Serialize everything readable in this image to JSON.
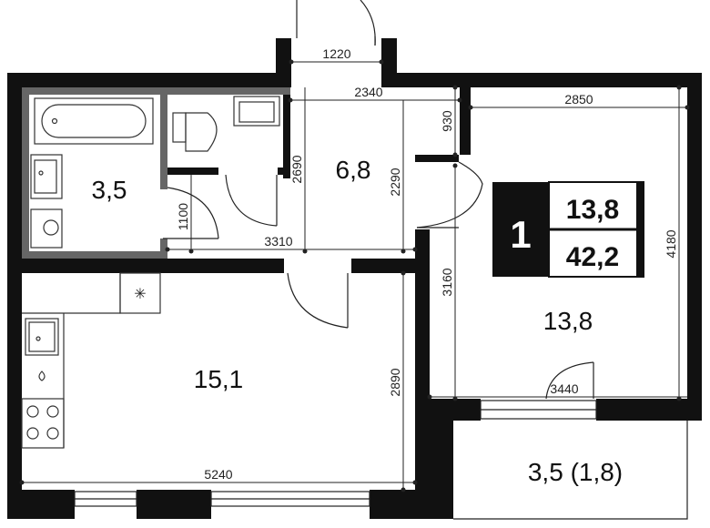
{
  "plan": {
    "rooms": {
      "bathroom": "3,5",
      "hallway": "6,8",
      "kitchen": "15,1",
      "bedroom": "13,8",
      "balcony": "3,5 (1,8)"
    },
    "dimensions": {
      "entrance_width": "1220",
      "hall_width": "2340",
      "bedroom_width": "2850",
      "bath_height": "2690",
      "hall_height": "2290",
      "closet_depth": "930",
      "bath_door": "1100",
      "bath_hall_length": "3310",
      "bedroom_height": "4180",
      "bedroom_inner": "3160",
      "bedroom_bottom": "3440",
      "kitchen_height": "2890",
      "kitchen_width": "5240"
    },
    "badge": {
      "rooms_count": "1",
      "living_area": "13,8",
      "total_area": "42,2"
    },
    "stove_symbol": "✳"
  }
}
